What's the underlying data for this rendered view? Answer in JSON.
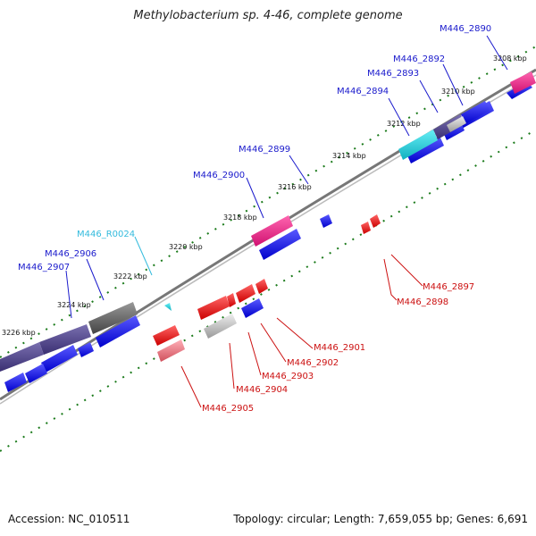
{
  "title": "Methylobacterium sp. 4-46, complete genome",
  "footer": {
    "accession": "Accession: NC_010511",
    "summary": "Topology: circular; Length: 7,659,055 bp; Genes: 6,691"
  },
  "kbp_ticks": [
    "3208 kbp",
    "3210 kbp",
    "3212 kbp",
    "3214 kbp",
    "3216 kbp",
    "3218 kbp",
    "3220 kbp",
    "3222 kbp",
    "3224 kbp",
    "3226 kbp"
  ],
  "upper_labels": [
    "M446_2890",
    "M446_2892",
    "M446_2893",
    "M446_2894",
    "M446_2899",
    "M446_2900",
    "M446_R0024",
    "M446_2906",
    "M446_2907"
  ],
  "lower_labels": [
    "M446_2897",
    "M446_2898",
    "M446_2901",
    "M446_2902",
    "M446_2903",
    "M446_2904",
    "M446_2905"
  ],
  "colors": {
    "label_blue": "#1a1acc",
    "label_red": "#cc1111",
    "label_cyan": "#33bbdd",
    "tick_green": "#1a7a1a",
    "backbone": "#777777",
    "gene_blue": "#1010ee",
    "gene_navy": "#4a3f8a",
    "gene_pink": "#ee2288",
    "gene_cyan": "#22ccdd",
    "gene_gray": "#666666",
    "gene_red": "#ee1111",
    "gene_lightgray": "#bbbbbb",
    "gene_pinkish": "#e8737f"
  }
}
